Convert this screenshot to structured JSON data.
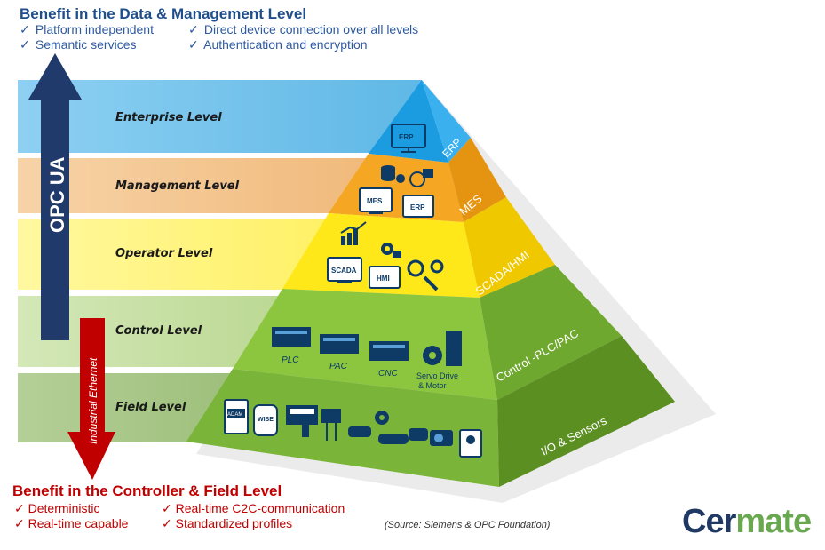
{
  "top": {
    "title": "Benefit in the Data & Management Level",
    "col1": [
      "Platform independent",
      "Semantic services"
    ],
    "col2": [
      "Direct device connection over all levels",
      "Authentication and encryption"
    ]
  },
  "levels": [
    "Enterprise Level",
    "Management Level",
    "Operator Level",
    "Control Level",
    "Field Level"
  ],
  "pyramid_labels": [
    "ERP",
    "MES",
    "SCADA/HMI",
    "Control -PLC/PAC",
    "I/O & Sensors"
  ],
  "arrows": {
    "up": "OPC UA",
    "down": "Industrial Ethernet"
  },
  "devices": {
    "erp": "ERP",
    "mes": "MES",
    "erp2": "ERP",
    "scada": "SCADA",
    "hmi": "HMI",
    "plc": "PLC",
    "pac": "PAC",
    "cnc": "CNC",
    "servo": "Servo Drive\n& Motor",
    "servo1": "Servo Drive",
    "servo2": "& Motor",
    "adam": "ADAM",
    "wise": "WISE"
  },
  "bottom": {
    "title": "Benefit in the Controller & Field Level",
    "col1": [
      "Deterministic",
      "Real-time capable"
    ],
    "col2": [
      "Real-time C2C-communication",
      "Standardized profiles"
    ]
  },
  "source": "(Source: Siemens & OPC Foundation)",
  "brand": {
    "part1": "Cer",
    "part2": "mate"
  },
  "colors": {
    "enterprise": "#7fc7ec",
    "management": "#f5c896",
    "operator": "#fff57a",
    "control": "#c6e0a4",
    "field": "#a9c78a",
    "arrow_up": "#1f3a6b",
    "arrow_down": "#c00000"
  }
}
